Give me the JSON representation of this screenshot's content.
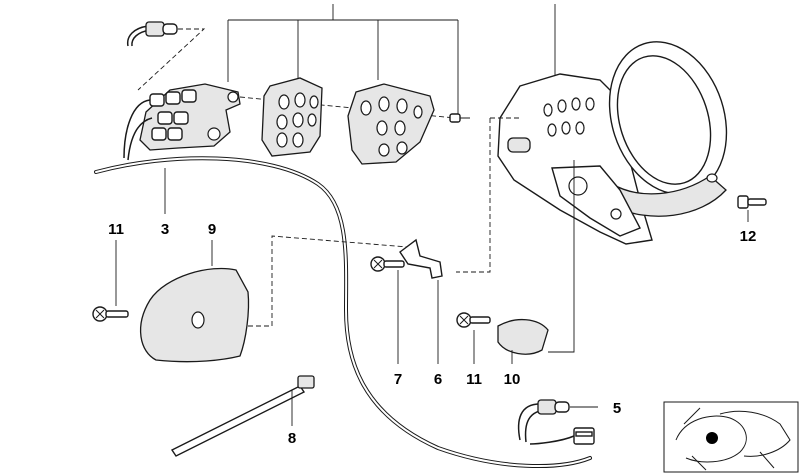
{
  "callouts": [
    {
      "id": "c-11a",
      "label": "11"
    },
    {
      "id": "c-3",
      "label": "3"
    },
    {
      "id": "c-9",
      "label": "9"
    },
    {
      "id": "c-12",
      "label": "12"
    },
    {
      "id": "c-7",
      "label": "7"
    },
    {
      "id": "c-6",
      "label": "6"
    },
    {
      "id": "c-11b",
      "label": "11"
    },
    {
      "id": "c-10",
      "label": "10"
    },
    {
      "id": "c-5",
      "label": "5"
    },
    {
      "id": "c-8",
      "label": "8"
    }
  ]
}
